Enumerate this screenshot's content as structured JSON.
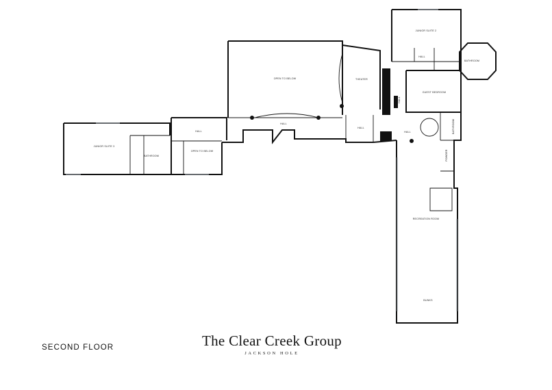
{
  "floor_label": "SECOND FLOOR",
  "brand": {
    "name": "The Clear Creek Group",
    "location": "JACKSON HOLE"
  },
  "rooms": {
    "junior_suite_3": "JUNIOR SUITE 3",
    "bathroom_west": "BATHROOM",
    "hall_west": "HALL",
    "open_to_below_stair": "OPEN TO BELOW",
    "open_to_below_main": "OPEN TO BELOW",
    "hall_center": "HALL",
    "theater": "THEATER",
    "hall_mid": "HALL",
    "hall_vertical": "HALL",
    "junior_suite_2": "JUNIOR SUITE 2",
    "bathroom_east": "BATHROOM",
    "hall_north": "HALL",
    "guest_bedroom": "GUEST BEDROOM",
    "hall_east": "HALL",
    "bathroom_small": "BATHROOM",
    "powder": "POWDER",
    "recreation_room": "RECREATION ROOM",
    "bunks": "BUNKS"
  },
  "colors": {
    "wall": "#111111",
    "window": "#9aa0a6",
    "background": "#ffffff"
  }
}
